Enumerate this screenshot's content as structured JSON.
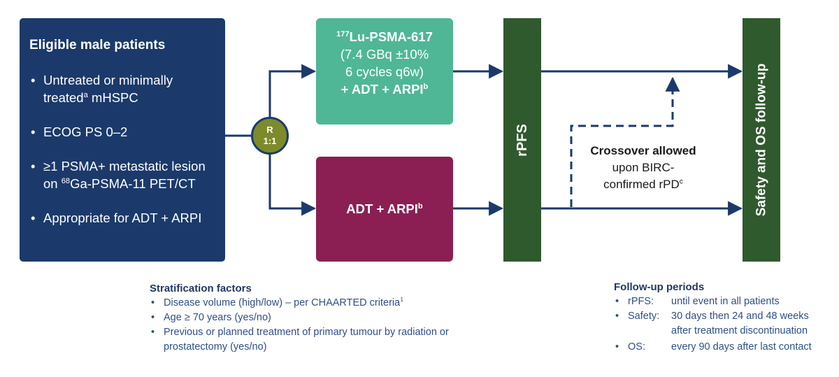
{
  "eligible": {
    "title": "Eligible male patients",
    "items": [
      {
        "pre": "Untreated or minimally treated",
        "sup": "a",
        "post": " mHSPC"
      },
      {
        "pre": "ECOG PS 0–2",
        "sup": "",
        "post": ""
      },
      {
        "pre": "≥1 PSMA+ metastatic lesion on ",
        "sup": "68",
        "post": "Ga-PSMA-11 PET/CT"
      },
      {
        "pre": "Appropriate for ADT + ARPI",
        "sup": "",
        "post": ""
      }
    ]
  },
  "randomization": {
    "line1": "R",
    "line2": "1:1"
  },
  "arm_lu": {
    "sup": "177",
    "name": "Lu-PSMA-617",
    "dose": "(7.4 GBq ±10%",
    "cycles": "6 cycles q6w)",
    "combo": "+ ADT + ARPI",
    "combo_sup": "b"
  },
  "arm_adt": {
    "label": "ADT + ARPI",
    "sup": "b"
  },
  "rpfs_bar": {
    "label": "rPFS"
  },
  "safety_bar": {
    "label": "Safety and OS follow-up"
  },
  "crossover": {
    "title": "Crossover allowed",
    "line1": "upon BIRC-",
    "line2": "confirmed rPD",
    "sup": "c"
  },
  "stratification": {
    "header": "Stratification factors",
    "items": [
      {
        "text": "Disease volume (high/low) – per CHAARTED criteria",
        "sup": "1"
      },
      {
        "text": "Age ≥ 70 years (yes/no)",
        "sup": ""
      },
      {
        "text": "Previous or planned treatment of primary tumour by radiation or prostatectomy (yes/no)",
        "sup": ""
      }
    ]
  },
  "followup": {
    "header": "Follow-up periods",
    "rows": [
      {
        "label": "rPFS:",
        "value": "until event in all patients"
      },
      {
        "label": "Safety:",
        "value": "30 days then 24 and 48 weeks after treatment discontinuation"
      },
      {
        "label": "OS:",
        "value": "every 90 days after last contact"
      }
    ]
  },
  "colors": {
    "navy": "#1b3a6b",
    "teal": "#4fb795",
    "maroon": "#8b1f54",
    "olive": "#7d8b2a",
    "dark_green": "#2f5a2d"
  }
}
